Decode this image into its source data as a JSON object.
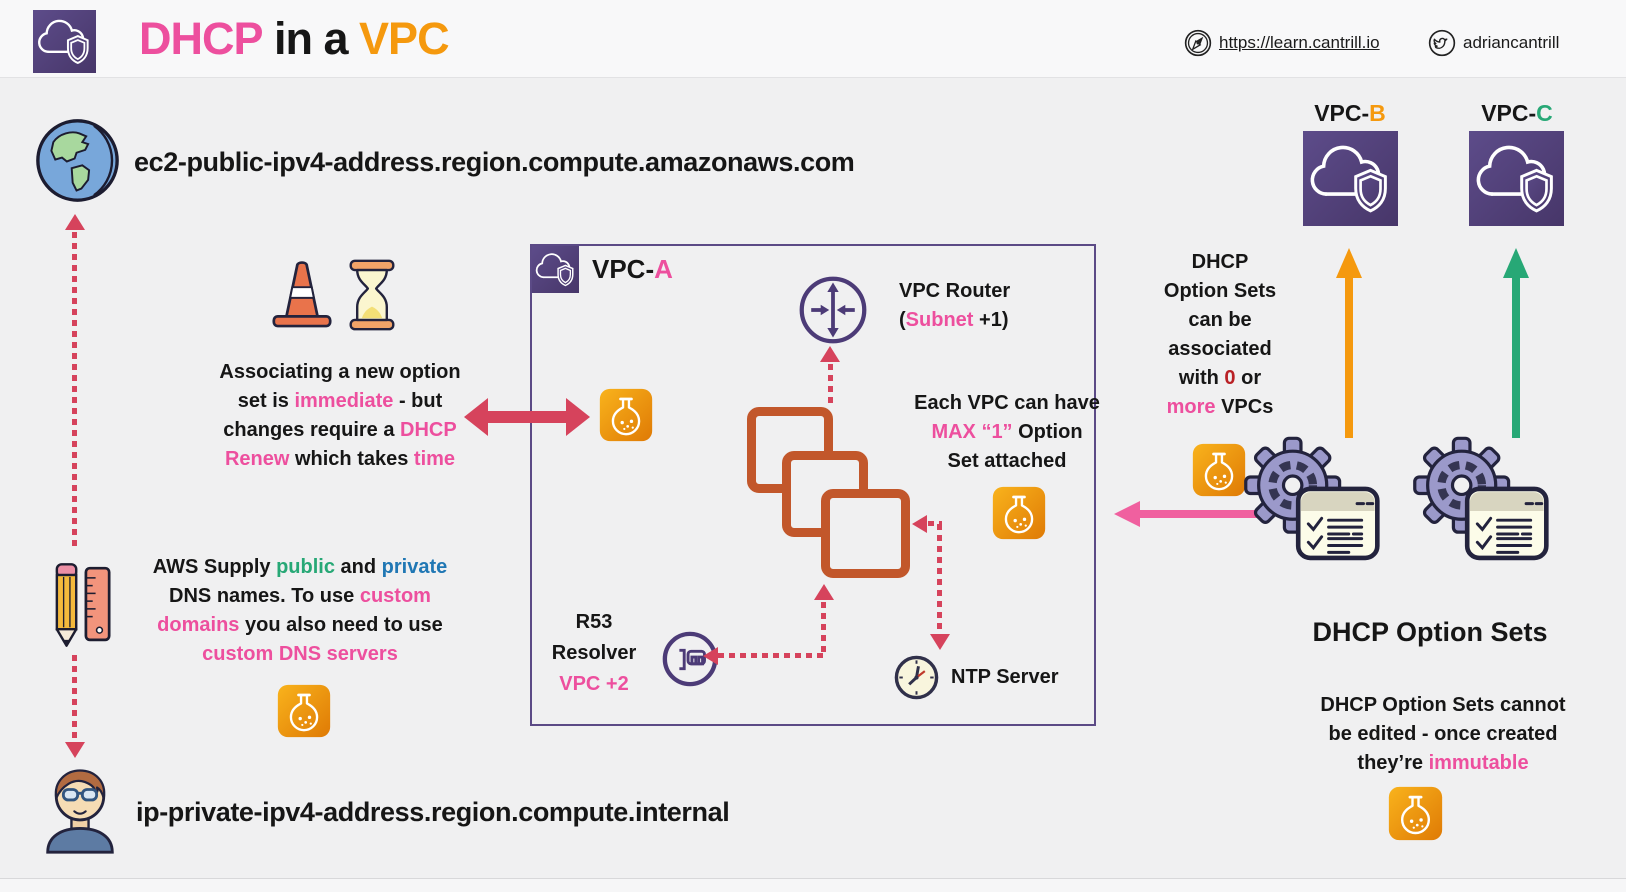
{
  "header": {
    "title_dhcp": "DHCP",
    "title_mid": " in a ",
    "title_vpc": "VPC",
    "site_url": "https://learn.cantrill.io",
    "twitter_handle": "adriancantrill"
  },
  "dns": {
    "public_name": "ec2-public-ipv4-address.region.compute.amazonaws.com",
    "private_name": "ip-private-ipv4-address.region.compute.internal"
  },
  "notes": {
    "associating": {
      "l1": "Associating a new option",
      "l2a": "set is ",
      "l2b": "immediate",
      "l2c": " - but",
      "l3a": "changes require a ",
      "l3b": "DHCP",
      "l4a": "Renew",
      "l4b": " which takes ",
      "l4c": "time"
    },
    "dns_supply": {
      "l1a": "AWS Supply ",
      "l1b": "public",
      "l1c": " and ",
      "l1d": "private",
      "l2a": "DNS names. To use ",
      "l2b": "custom",
      "l3a": "domains",
      "l3b": " you also need to use",
      "l4": "custom DNS servers"
    },
    "max_option": {
      "l1": "Each VPC can have",
      "l2a": "MAX “1”",
      "l2b": " Option",
      "l3": "Set attached"
    },
    "association": {
      "l1": "DHCP",
      "l2": "Option Sets",
      "l3": "can be",
      "l4": "associated",
      "l5a": "with ",
      "l5b": "0",
      "l5c": " or",
      "l6a": "more",
      "l6b": " VPCs"
    },
    "immutable": {
      "l1": "DHCP Option Sets cannot",
      "l2": "be edited - once created",
      "l3a": "they’re ",
      "l3b": "immutable"
    }
  },
  "vpc_a": {
    "label_prefix": "VPC-",
    "label_letter": "A"
  },
  "vpc_b": {
    "label_prefix": "VPC-",
    "label_letter": "B"
  },
  "vpc_c": {
    "label_prefix": "VPC-",
    "label_letter": "C"
  },
  "router": {
    "title": "VPC Router",
    "sub_a": "(",
    "sub_b": "Subnet",
    "sub_c": " +1)"
  },
  "r53": {
    "l1": "R53",
    "l2": "Resolver",
    "l3": "VPC +2"
  },
  "ntp": {
    "label": "NTP Server"
  },
  "option_sets": {
    "title": "DHCP Option Sets"
  },
  "icons": {
    "vpc_cloud": "vpc-cloud-shield-icon",
    "globe": "globe-icon",
    "compass": "compass-icon",
    "twitter": "twitter-bird-icon",
    "traffic_cone": "traffic-cone-icon",
    "hourglass": "hourglass-icon",
    "flask": "experiment-flask-icon",
    "pencil_ruler": "pencil-ruler-icon",
    "person": "person-icon",
    "subnet": "subnet-square-icon",
    "router": "vpc-router-icon",
    "resolver": "r53-resolver-icon",
    "clock": "ntp-clock-icon",
    "gear_checklist": "dhcp-option-set-icon"
  },
  "colors": {
    "pink": "#ed4f9e",
    "orange": "#f5990e",
    "green": "#27a876",
    "blue": "#2077b4",
    "dark_red": "#b92025",
    "crimson": "#d6435c",
    "subnet_orange": "#c2572b",
    "purple": "#4f3e78"
  }
}
